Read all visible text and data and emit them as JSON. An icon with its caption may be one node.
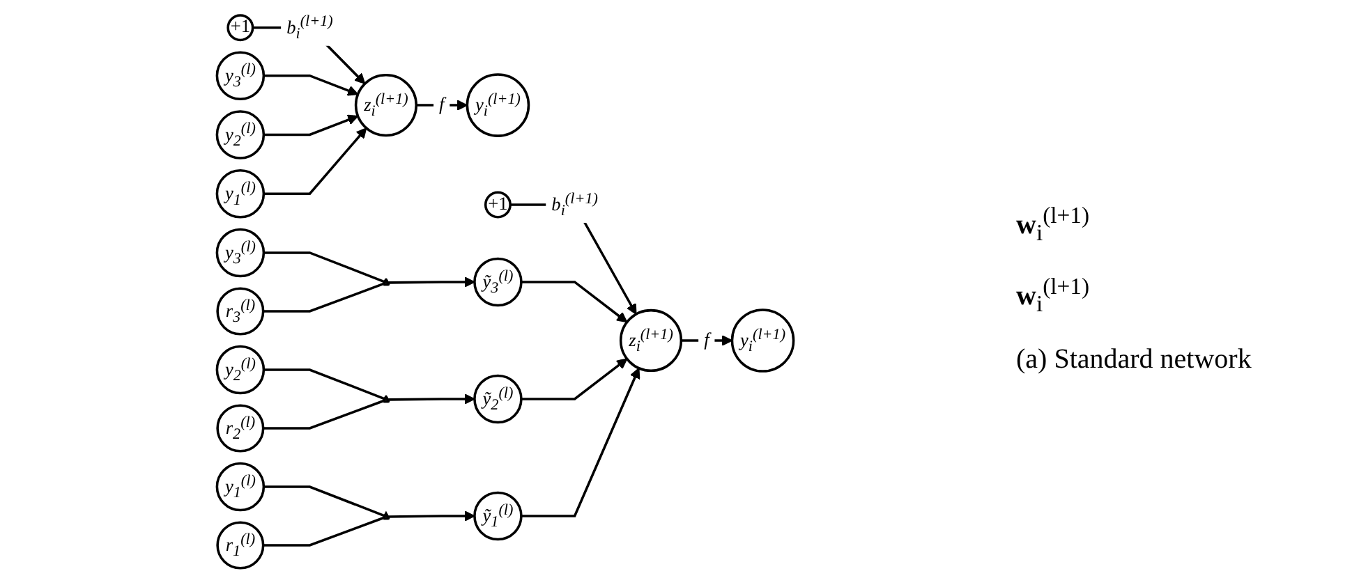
{
  "diagram": {
    "nodes": [
      {
        "text": [
          "+1"
        ]
      },
      {
        "text": [
          "y$_{3}$$^{(l)}$"
        ]
      },
      {
        "text": [
          "y$_{2}$$^{(l)}$"
        ]
      },
      {
        "text": [
          "y$_{1}$$^{(l)}$"
        ]
      },
      {
        "text": [
          "z$_{i}$$^{(l+1)}$"
        ]
      },
      {
        "text": [
          "y$_{i}$$^{(l+1)}$"
        ]
      },
      {
        "text": [
          "+1"
        ]
      },
      {
        "text": [
          "r$_{3}$$^{(l)}$"
        ]
      },
      {
        "text": [
          "y$_{3}$$^{(l)}$"
        ]
      },
      {
        "text": [],
        "shape": "triangle"
      },
      {
        "text": [
          "ỹ$_{3}$$^{(l)}$"
        ]
      },
      {
        "text": [
          "r$_{2}$$^{(l)}$"
        ]
      },
      {
        "text": [
          "y$_{2}$$^{(l)}$"
        ]
      },
      {
        "text": [],
        "shape": "triangle"
      },
      {
        "text": [
          "ỹ$_{2}$$^{(l)}$"
        ]
      },
      {
        "text": [
          "r$_{1}$$^{(l)}$"
        ]
      },
      {
        "text": [
          "y$_{1}$$^{(l)}$"
        ]
      },
      {
        "text": [],
        "shape": "triangle"
      },
      {
        "text": [
          "ỹ$_{1}$$^{(l)}$"
        ]
      },
      {
        "text": [
          "z$_{i}$$^{(l+1)}$"
        ]
      },
      {
        "text": [
          "y$_{i}$$^{(l+1)}$"
        ]
      }
    ],
    "edges": [
      {
        "from": 0,
        "to": 4,
        "arrow": "to",
        "label": "b$_{i}$$^{(l+1)}$"
      },
      {
        "from": 1,
        "to": 4,
        "arrow": "to"
      },
      {
        "from": 2,
        "to": 4,
        "arrow": "to"
      },
      {
        "from": 3,
        "to": 4,
        "arrow": "to"
      },
      {
        "from": 4,
        "to": 5,
        "arrow": "to",
        "label": "f"
      },
      {
        "from": 6,
        "to": 19,
        "arrow": "to",
        "label": "b$_{i}$$^{(l+1)}$"
      },
      {
        "from": 8,
        "to": 9,
        "arrow": "none"
      },
      {
        "from": 7,
        "to": 9,
        "arrow": "none"
      },
      {
        "from": 9,
        "to": 10,
        "arrow": "to"
      },
      {
        "from": 12,
        "to": 13,
        "arrow": "none"
      },
      {
        "from": 11,
        "to": 13,
        "arrow": "none"
      },
      {
        "from": 13,
        "to": 14,
        "arrow": "to"
      },
      {
        "from": 16,
        "to": 17,
        "arrow": "none"
      },
      {
        "from": 15,
        "to": 17,
        "arrow": "none"
      },
      {
        "from": 17,
        "to": 18,
        "arrow": "to"
      },
      {
        "from": 10,
        "to": 19,
        "arrow": "to"
      },
      {
        "from": 14,
        "to": 19,
        "arrow": "to"
      },
      {
        "from": 18,
        "to": 19,
        "arrow": "to"
      },
      {
        "from": 19,
        "to": 20,
        "arrow": "to",
        "label": "f"
      }
    ],
    "labels": [
      "**w**$_{i}$$^{(l+1)}$",
      "**w**$_{i}$$^{(l+1)}$",
      "(a) Standard network"
    ]
  }
}
